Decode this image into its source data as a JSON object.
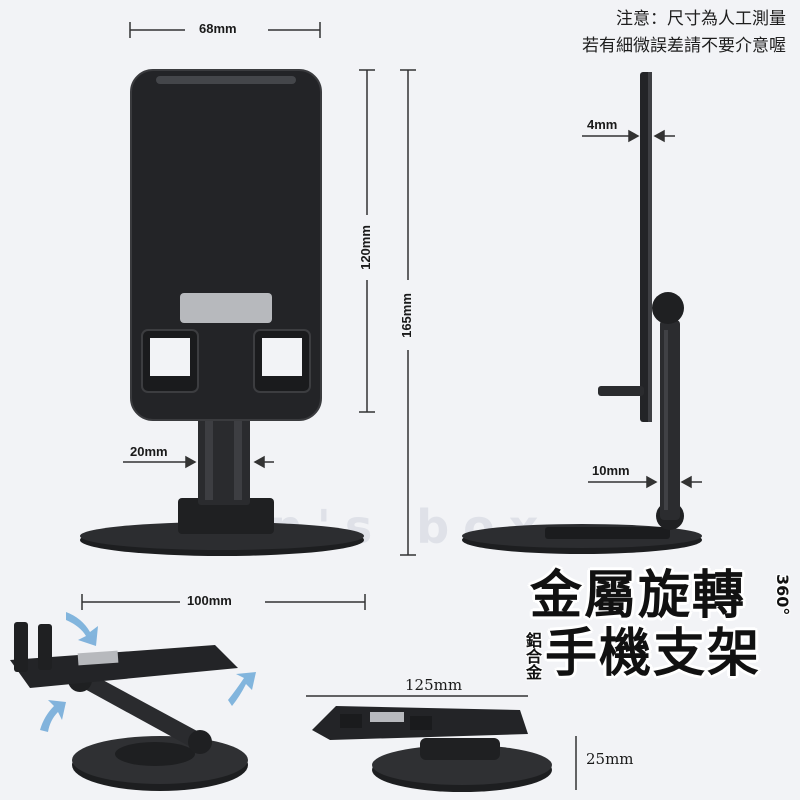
{
  "note": {
    "line1": "注意：尺寸為人工測量",
    "line2": "若有細微誤差請不要介意喔"
  },
  "front_view": {
    "width_label": "68mm",
    "holder_height_label": "120mm",
    "total_height_label": "165mm",
    "neck_width_label": "20mm",
    "base_width_label": "100mm"
  },
  "side_view": {
    "thickness_label": "4mm",
    "pole_label": "10mm"
  },
  "flat_view": {
    "length_label": "125mm",
    "height_label": "25mm"
  },
  "headline": {
    "line1": "金屬旋轉",
    "line2": "手機支架",
    "side_upper": "360°",
    "side_lower": "鋁合金"
  },
  "watermark": {
    "text": "n's box"
  },
  "colors": {
    "stand": "#222325",
    "stand_edge": "#3a3b3e",
    "metal": "#b7b9bd",
    "arrow_blue": "#6fa9d8",
    "background": "#f2f3f6"
  },
  "icons": [
    "rotate-arrow-icon"
  ]
}
